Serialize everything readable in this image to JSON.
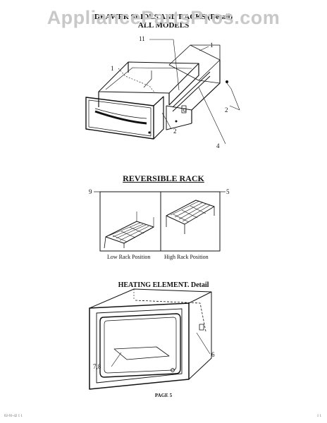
{
  "watermark": "AppliancePartsPros.com",
  "headings": {
    "drawer_title_line1": "DRAWER SLIDES AND RACKS (Detail)",
    "drawer_title_line2": "ALL MODELS",
    "rack_title": "REVERSIBLE RACK",
    "element_title": "HEATING ELEMENT. Detail"
  },
  "callouts": {
    "drawer_11": "11",
    "drawer_1_top": "1",
    "drawer_1_left": "1",
    "drawer_2_right": "2",
    "drawer_2_mid": "2",
    "drawer_4": "4",
    "rack_9": "9",
    "rack_5": "5",
    "element_6": "6",
    "element_78": "7,8"
  },
  "captions": {
    "low": "Low Rack Position",
    "high": "High Rack Position"
  },
  "footer": {
    "page": "PAGE 5",
    "left_code": "02-91-42 1 1",
    "right_code": "1 1"
  }
}
